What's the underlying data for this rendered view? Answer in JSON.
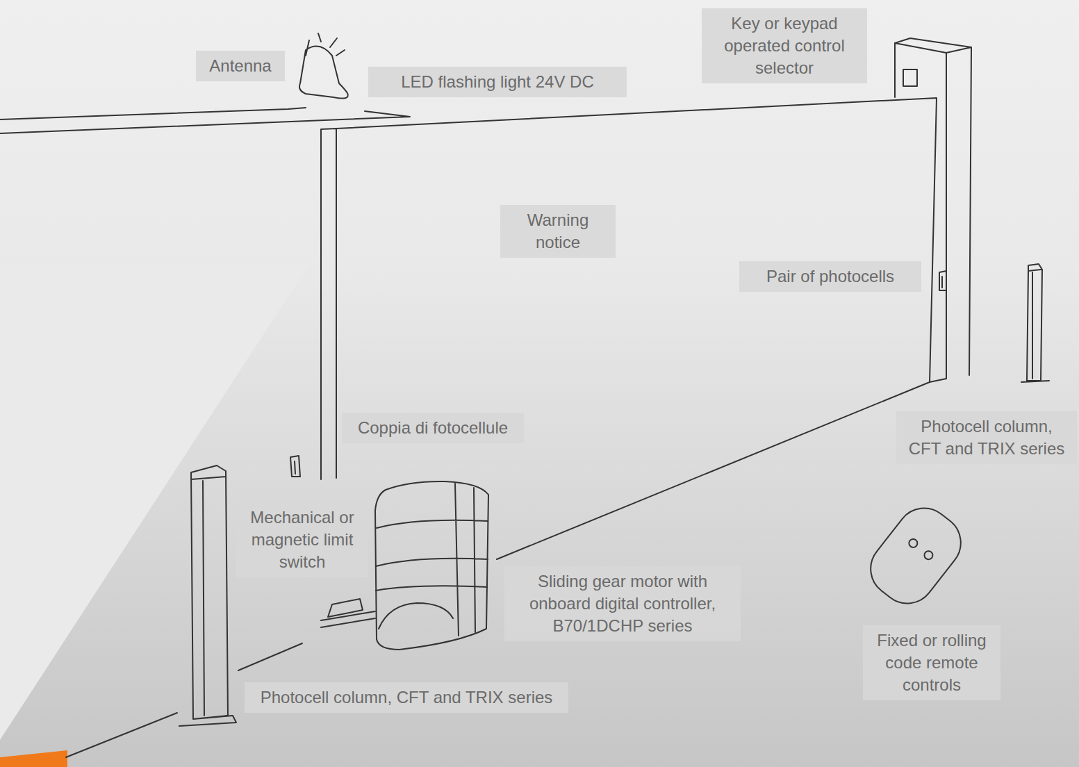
{
  "diagram": {
    "nodes": [
      {
        "text": [
          "Key or keypad operated control selector"
        ]
      },
      {
        "text": [
          "Antenna"
        ]
      },
      {
        "text": [
          "LED flashing light 24V DC"
        ]
      },
      {
        "text": [
          "Warning notice"
        ]
      },
      {
        "text": [
          "Pair of photocells"
        ]
      },
      {
        "text": [
          "Coppia di fotocellule"
        ]
      },
      {
        "text": [
          "Photocell column, CFT and TRIX series"
        ]
      },
      {
        "text": [
          "Mechanical or magnetic limit switch"
        ]
      },
      {
        "text": [
          "Sliding gear motor with onboard digital controller, B70/1DCHP series"
        ]
      },
      {
        "text": [
          "Fixed or rolling code remote controls"
        ]
      },
      {
        "text": [
          "Photocell column, CFT and TRIX series"
        ]
      }
    ]
  }
}
